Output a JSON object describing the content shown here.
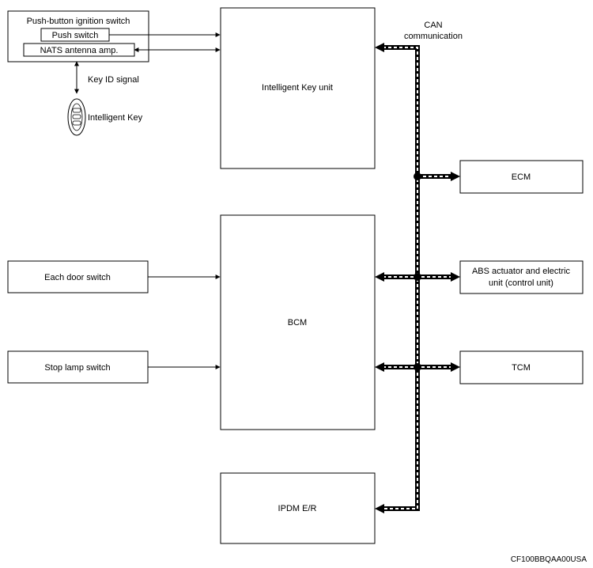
{
  "blocks": {
    "ignition_switch": "Push-button ignition switch",
    "push_switch": "Push switch",
    "nats_amp": "NATS antenna amp.",
    "key_id_signal": "Key ID signal",
    "intelligent_key": "Intelligent Key",
    "intelligent_key_unit": "Intelligent Key unit",
    "can_line1": "CAN",
    "can_line2": "communication",
    "ecm": "ECM",
    "abs_line1": "ABS actuator and electric",
    "abs_line2": "unit (control unit)",
    "tcm": "TCM",
    "door_switch": "Each door switch",
    "stop_lamp_switch": "Stop lamp switch",
    "bcm": "BCM",
    "ipdm": "IPDM E/R"
  },
  "figure_code": "CF100BBQAA00USA"
}
